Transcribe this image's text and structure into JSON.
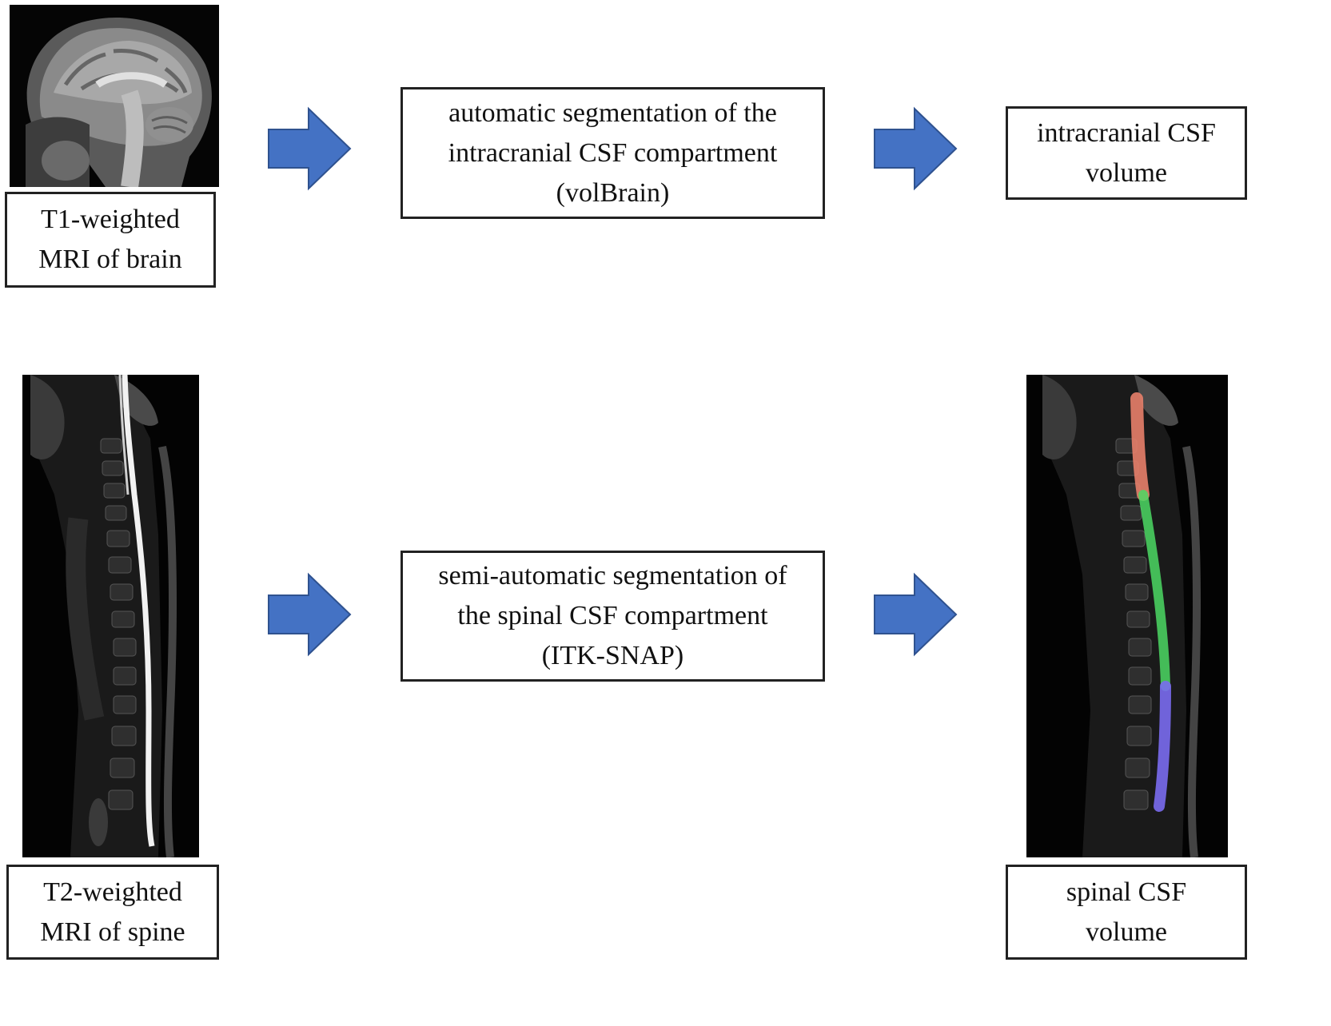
{
  "colors": {
    "arrow": "#4472C4",
    "arrow_stroke": "#2F528F",
    "border": "#222222"
  },
  "top_row": {
    "input_image": "brain-mri-sagittal-t1",
    "input_label": [
      "T1-weighted",
      "MRI of brain"
    ],
    "process_label": [
      "automatic segmentation of the",
      "intracranial CSF compartment",
      "(volBrain)"
    ],
    "output_label": [
      "intracranial CSF",
      "volume"
    ]
  },
  "bottom_row": {
    "input_image": "spine-mri-sagittal-t2",
    "input_label": [
      "T2-weighted",
      "MRI of spine"
    ],
    "process_label": [
      "semi-automatic segmentation of",
      "the spinal CSF compartment",
      "(ITK-SNAP)"
    ],
    "output_image": "spine-mri-segmented",
    "segment_colors": [
      "#E8806A",
      "#4CD964",
      "#7A6CF0"
    ],
    "output_label": [
      "spinal CSF",
      "volume"
    ]
  }
}
